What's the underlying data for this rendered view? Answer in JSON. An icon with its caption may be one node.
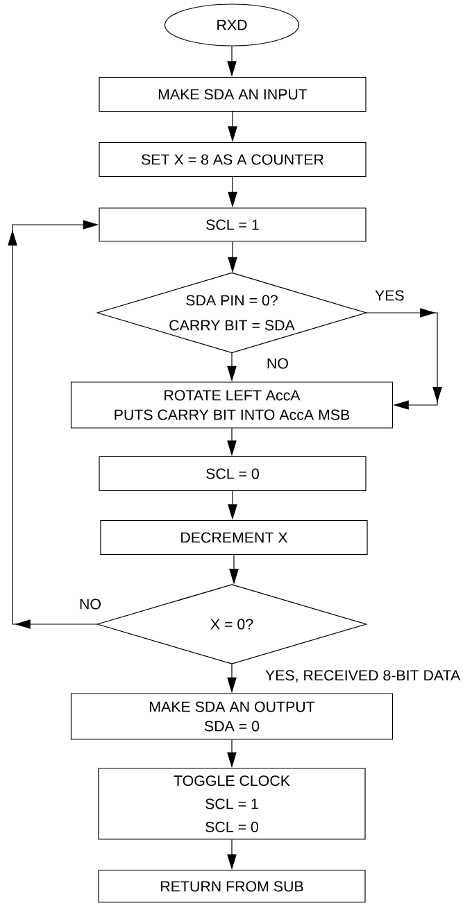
{
  "diagram": {
    "nodes": [
      {
        "text": [
          "RXD"
        ]
      },
      {
        "text": [
          "MAKE SDA AN INPUT"
        ]
      },
      {
        "text": [
          "SET X = 8 AS A COUNTER"
        ]
      },
      {
        "text": [
          "SCL = 1"
        ]
      },
      {
        "text": [
          "SDA PIN = 0?",
          "CARRY BIT = SDA"
        ]
      },
      {
        "text": [
          "ROTATE LEFT AccA",
          "PUTS CARRY BIT INTO AccA MSB"
        ]
      },
      {
        "text": [
          "SCL = 0"
        ]
      },
      {
        "text": [
          "DECREMENT X"
        ]
      },
      {
        "text": [
          "X = 0?"
        ]
      },
      {
        "text": [
          "MAKE SDA AN OUTPUT",
          "SDA = 0"
        ]
      },
      {
        "text": [
          "TOGGLE CLOCK",
          "SCL = 1",
          "SCL = 0"
        ]
      },
      {
        "text": [
          "RETURN FROM SUB"
        ]
      }
    ],
    "edges": [
      {
        "from": 0,
        "to": 1,
        "arrow": "to"
      },
      {
        "from": 1,
        "to": 2,
        "arrow": "to"
      },
      {
        "from": 2,
        "to": 3,
        "arrow": "to"
      },
      {
        "from": 3,
        "to": 4,
        "arrow": "to"
      },
      {
        "from": 4,
        "to": 5,
        "arrow": "to",
        "label": "NO"
      },
      {
        "from": 4,
        "to": 5,
        "arrow": "to",
        "label": "YES"
      },
      {
        "from": 5,
        "to": 6,
        "arrow": "to"
      },
      {
        "from": 6,
        "to": 7,
        "arrow": "to"
      },
      {
        "from": 7,
        "to": 8,
        "arrow": "to"
      },
      {
        "from": 8,
        "to": 3,
        "arrow": "to",
        "label": "NO"
      },
      {
        "from": 8,
        "to": 9,
        "arrow": "to",
        "label": "YES, RECEIVED 8-BIT DATA"
      },
      {
        "from": 9,
        "to": 10,
        "arrow": "to"
      },
      {
        "from": 10,
        "to": 11,
        "arrow": "to"
      }
    ]
  }
}
